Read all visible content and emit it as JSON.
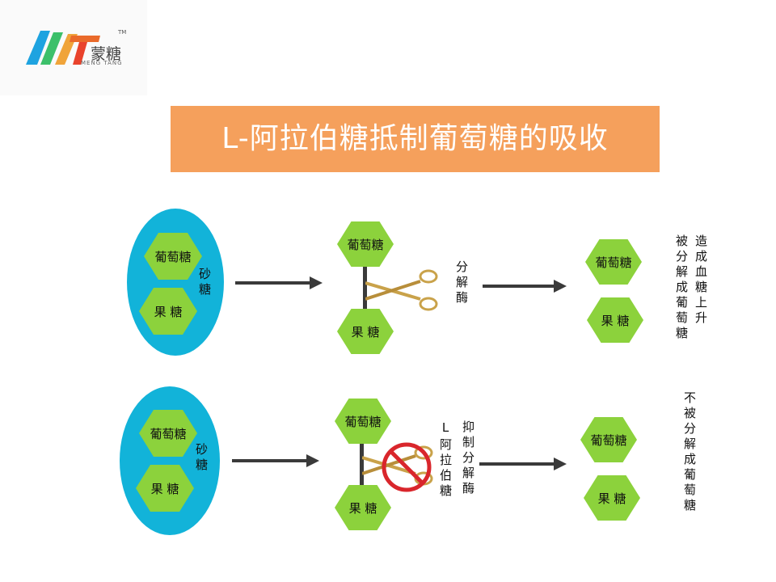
{
  "logo": {
    "mark": "MT",
    "name_cn": "蒙糖",
    "name_en": "MENG TANG",
    "tm": "TM"
  },
  "title": "L-阿拉伯糖抵制葡萄糖的吸收",
  "row1": {
    "oval": {
      "glucose": "葡萄糖",
      "fructose": "果 糖",
      "sucrose": "砂糖"
    },
    "mid": {
      "glucose": "葡萄糖",
      "fructose": "果 糖",
      "enzyme": "分解酶"
    },
    "right": {
      "glucose": "葡萄糖",
      "fructose": "果 糖",
      "note_a": "被分解成葡萄糖",
      "note_b": "造成血糖上升"
    }
  },
  "row2": {
    "oval": {
      "glucose": "葡萄糖",
      "fructose": "果 糖",
      "sucrose": "砂糖"
    },
    "mid": {
      "glucose": "葡萄糖",
      "fructose": "果 糖",
      "inhibitor": "L阿拉伯糖",
      "action": "抑制分解酶"
    },
    "right": {
      "glucose": "葡萄糖",
      "fructose": "果 糖",
      "note": "不被分解成葡萄糖"
    }
  },
  "colors": {
    "title_bg": "#f5a05c",
    "oval": "#12b3d9",
    "hexagon": "#8cd23c",
    "arrow": "#3a3a3a",
    "forbid": "#d9262c",
    "scissors": "#c9a24a"
  },
  "icons": [
    "scissors-icon",
    "no-sign-icon",
    "logo-icon"
  ]
}
